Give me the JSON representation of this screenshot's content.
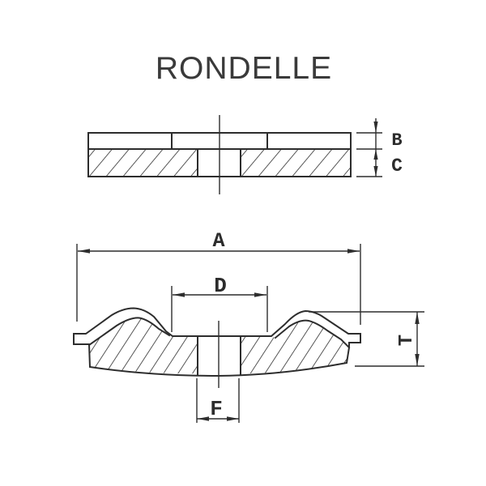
{
  "title": "RONDELLE",
  "drawing": {
    "kind": "technical-drawing",
    "views": {
      "section_view": {
        "description": "flat washer cross-section (top figure)",
        "dimension_labels": [
          "B",
          "C"
        ]
      },
      "profile_view": {
        "description": "wavy conical washer cross-section (bottom figure)",
        "dimension_labels": [
          "A",
          "D",
          "F",
          "T"
        ]
      }
    },
    "dimensions": {
      "a": "A",
      "b": "B",
      "c": "C",
      "d": "D",
      "f": "F",
      "t": "T"
    }
  },
  "colors": {
    "line": "#2d2d2d",
    "label": "#2c2c2c",
    "title": "#3a3a3a",
    "background": "#ffffff"
  }
}
